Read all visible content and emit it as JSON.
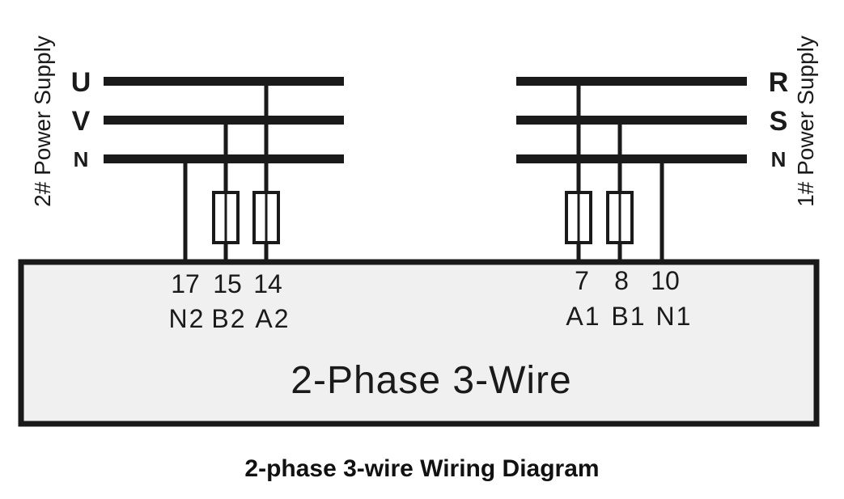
{
  "left_supply": {
    "label": "2# Power Supply",
    "phases": [
      "U",
      "V",
      "N"
    ]
  },
  "right_supply": {
    "label": "1# Power Supply",
    "phases": [
      "R",
      "S",
      "N"
    ]
  },
  "terminals_left": {
    "numbers": [
      "17",
      "15",
      "14"
    ],
    "codes": [
      "N2",
      "B2",
      "A2"
    ]
  },
  "terminals_right": {
    "numbers": [
      "7",
      "8",
      "10"
    ],
    "codes": [
      "A1",
      "B1",
      "N1"
    ]
  },
  "box_title": "2-Phase 3-Wire",
  "caption": "2-phase 3-wire Wiring Diagram"
}
